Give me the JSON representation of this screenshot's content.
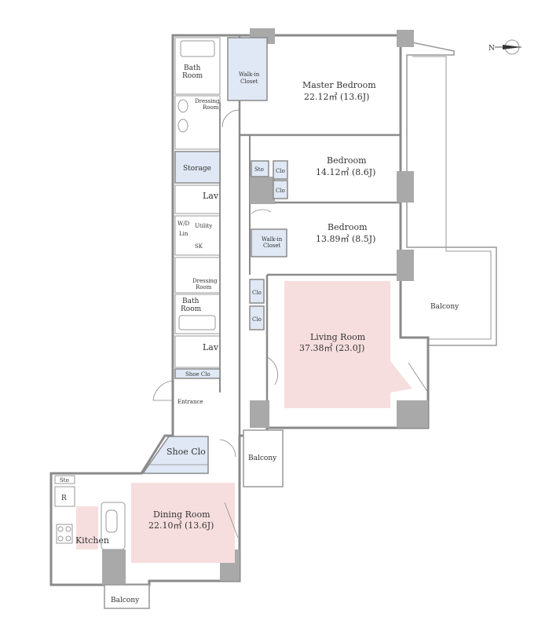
{
  "rooms": {
    "master_bedroom": {
      "name": "Master Bedroom",
      "area": "22.12㎡  (13.6J)"
    },
    "bedroom_1": {
      "name": "Bedroom",
      "area": "14.12㎡  (8.6J)"
    },
    "bedroom_2": {
      "name": "Bedroom",
      "area": "13.89㎡  (8.5J)"
    },
    "living_room": {
      "name": "Living Room",
      "area": "37.38㎡  (23.0J)"
    },
    "dining_room": {
      "name": "Dining Room",
      "area": "22.10㎡  (13.6J)"
    },
    "kitchen": "Kitchen",
    "balcony_east": "Balcony",
    "balcony_middle": "Balcony",
    "balcony_south": "Balcony",
    "bath_room_1": [
      "Bath",
      "Room"
    ],
    "dressing_room_1": [
      "Dressing",
      "Room"
    ],
    "walk_in_closet_1": [
      "Walk-in",
      "Closet"
    ],
    "walk_in_closet_2": [
      "Walk-in",
      "Closet"
    ],
    "storage": "Storage",
    "lav_1": "Lav",
    "utility": "Utility",
    "wd": "W/D",
    "lin": "Lin",
    "sk": "SK",
    "dressing_room_2": [
      "Dressing",
      "Room"
    ],
    "bath_room_2": [
      "Bath",
      "Room"
    ],
    "lav_2": "Lav",
    "shoe_clo_small": "Shoe Clo",
    "entrance": "Entrance",
    "shoe_clo": "Shoe Clo",
    "sto_1": "Sto",
    "sto_2": "Sto",
    "clo": [
      "Clo",
      "Clo",
      "Clo",
      "Clo"
    ],
    "refrigerator": "R"
  },
  "compass": {
    "label": "N",
    "icon": "north-arrow-icon"
  },
  "colors": {
    "wall": "#8a8a8a",
    "closet": "#dfe8f4",
    "living": "#f7dede",
    "pillar": "#a9a9a9"
  }
}
